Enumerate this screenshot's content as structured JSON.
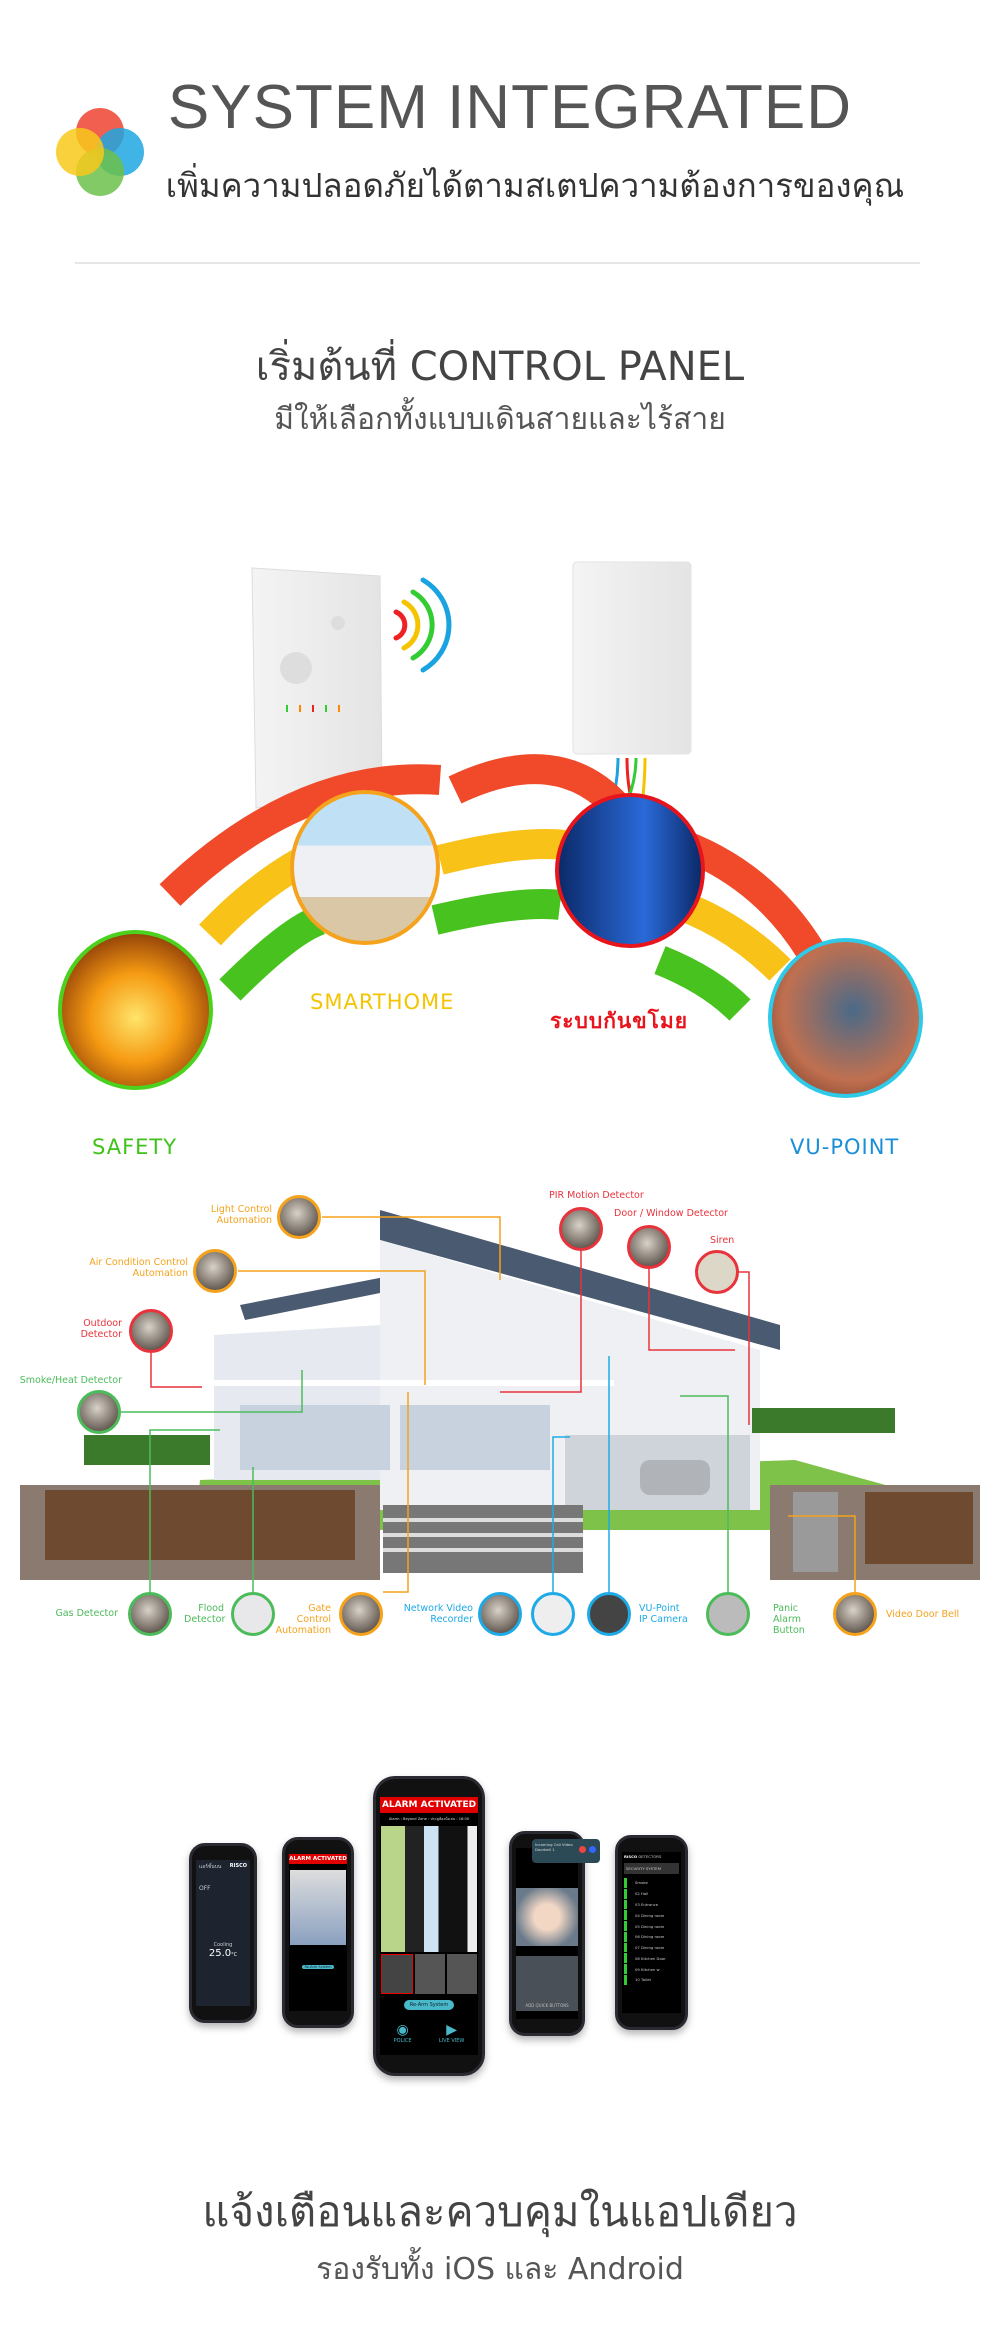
{
  "header": {
    "title": "SYSTEM INTEGRATED",
    "subtitle": "เพิ่มความปลอดภัยได้ตามสเตปความต้องการของคุณ"
  },
  "control_panel": {
    "title": "เริ่มต้นที่ CONTROL PANEL",
    "subtitle": "มีให้เลือกทั้งแบบเดินสายและไร้สาย"
  },
  "categories": [
    {
      "label": "SAFETY",
      "color": "#3fc21a"
    },
    {
      "label": "SMARTHOME",
      "color": "#f5c400"
    },
    {
      "label": "ระบบกันขโมย",
      "color": "#e8141b"
    },
    {
      "label": "VU-POINT",
      "color": "#1a8fd8"
    }
  ],
  "house_labels": {
    "light": "Light Control Automation",
    "aircon": "Air Condition Control Automation",
    "outdoor": "Outdoor Detector",
    "smoke": "Smoke/Heat Detector",
    "gas": "Gas Detector",
    "flood": "Flood Detector",
    "gate": "Gate Control Automation",
    "nvr": "Network Video Recorder",
    "vupoint": "VU-Point IP Camera",
    "panic": "Panic Alarm Button",
    "doorbell": "Video Door Bell",
    "pir": "PIR Motion Detector",
    "door_window": "Door / Window Detector",
    "siren": "Siren"
  },
  "label_colors": {
    "orange": "#f5a21c",
    "red": "#e8323c",
    "green": "#4cbb5a",
    "blue": "#1eaae6"
  },
  "phones": {
    "aircon": {
      "name": "แอร์ชั้นบน",
      "brand": "RISCO",
      "state": "OFF",
      "mode": "Cooling",
      "temp": "25.0",
      "unit": "°C"
    },
    "alarm": {
      "banner": "ALARM ACTIVATED",
      "detail": "Alarm : Beyond Zone : ประตูห้องนั่งเล่น : 16:00",
      "rearm": "Re-Arm System",
      "police": "POLICE",
      "live": "LIVE VIEW"
    },
    "doorbell": {
      "notice": "Incoming Call Video",
      "device": "Doorbell 1",
      "quick": "ADD QUICK BUTTONS"
    },
    "detectors": {
      "brand": "RISCO",
      "section": "DETECTORS",
      "header": "SECURITY SYSTEM",
      "items": [
        "Smoke",
        "02 Hall",
        "03 Entrance",
        "04 Dining room",
        "05 Dining room",
        "06 Dining room",
        "07 Dining room",
        "08 Kitchen Door",
        "09 Kitchen w",
        "10 Toilet"
      ]
    }
  },
  "footer": {
    "title": "แจ้งเตือนและควบคุมในแอปเดียว",
    "subtitle": "รองรับทั้ง iOS และ Android"
  }
}
